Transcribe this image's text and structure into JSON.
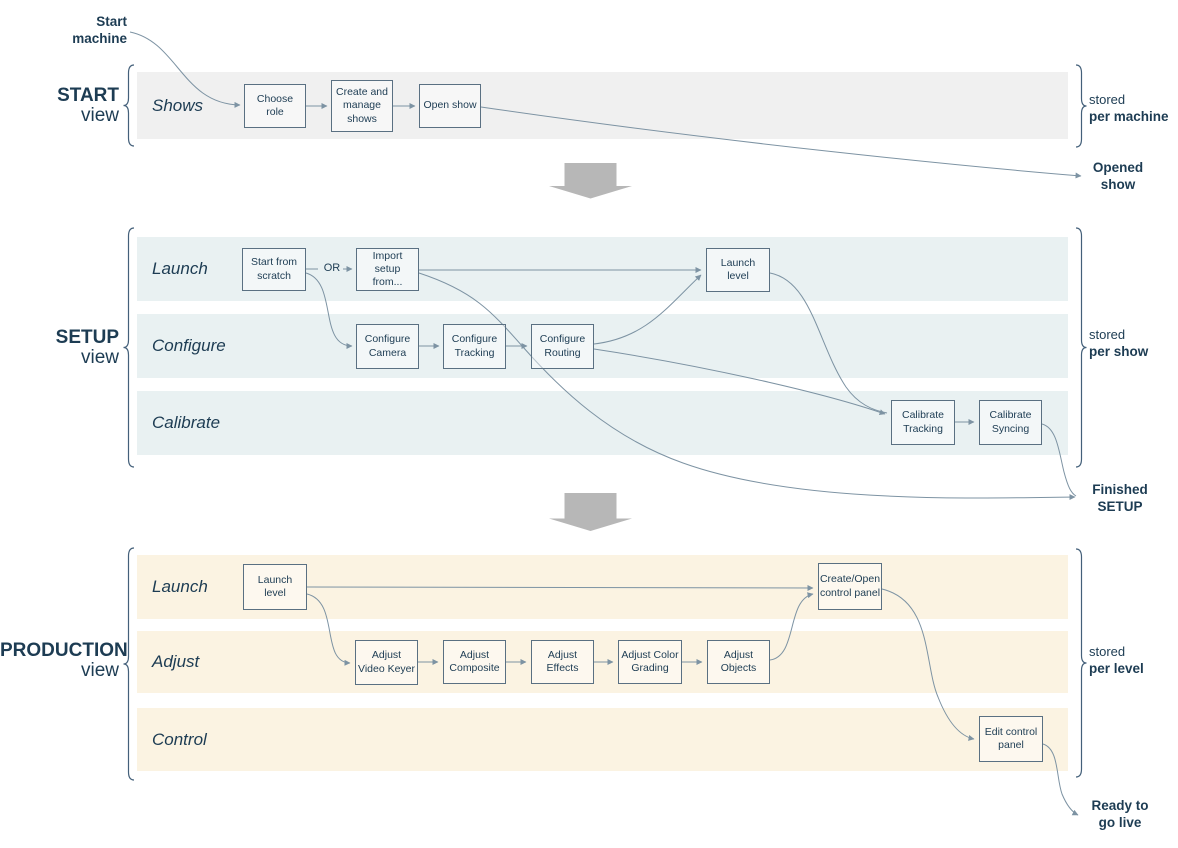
{
  "colors": {
    "text_navy": "#1d3c53",
    "start_band_bg": "#f0f0f0",
    "setup_lane_bg": "#e9f1f2",
    "production_lane_bg": "#fbf3e2",
    "box_border": "#5a7082",
    "connector": "#7d93a3",
    "section_arrow": "#b7b7b7"
  },
  "terminals": {
    "start_machine": "Start\nmachine",
    "opened_show": "Opened\nshow",
    "finished_setup": "Finished\nSETUP",
    "ready_to_go_live": "Ready to\ngo live"
  },
  "views": {
    "start": {
      "title": "START",
      "subtitle": "view",
      "stored": "stored",
      "stored_scope": "per machine",
      "lanes": {
        "shows": "Shows"
      }
    },
    "setup": {
      "title": "SETUP",
      "subtitle": "view",
      "stored": "stored",
      "stored_scope": "per show",
      "lanes": {
        "launch": "Launch",
        "configure": "Configure",
        "calibrate": "Calibrate"
      }
    },
    "production": {
      "title": "PRODUCTION",
      "subtitle": "view",
      "stored": "stored",
      "stored_scope": "per level",
      "lanes": {
        "launch": "Launch",
        "adjust": "Adjust",
        "control": "Control"
      }
    }
  },
  "nodes": {
    "choose_role": "Choose role",
    "create_manage_shows": "Create and manage shows",
    "open_show": "Open show",
    "start_from_scratch": "Start from scratch",
    "import_setup": "Import setup from...",
    "launch_level_setup": "Launch level",
    "configure_camera": "Configure Camera",
    "configure_tracking": "Configure Tracking",
    "configure_routing": "Configure Routing",
    "calibrate_tracking": "Calibrate Tracking",
    "calibrate_syncing": "Calibrate Syncing",
    "launch_level_production": "Launch level",
    "create_open_control_panel": "Create/Open control panel",
    "adjust_video_keyer": "Adjust Video Keyer",
    "adjust_composite": "Adjust Composite",
    "adjust_effects": "Adjust Effects",
    "adjust_color_grading": "Adjust Color Grading",
    "adjust_objects": "Adjust Objects",
    "edit_control_panel": "Edit control panel"
  },
  "labels": {
    "or": "OR"
  }
}
